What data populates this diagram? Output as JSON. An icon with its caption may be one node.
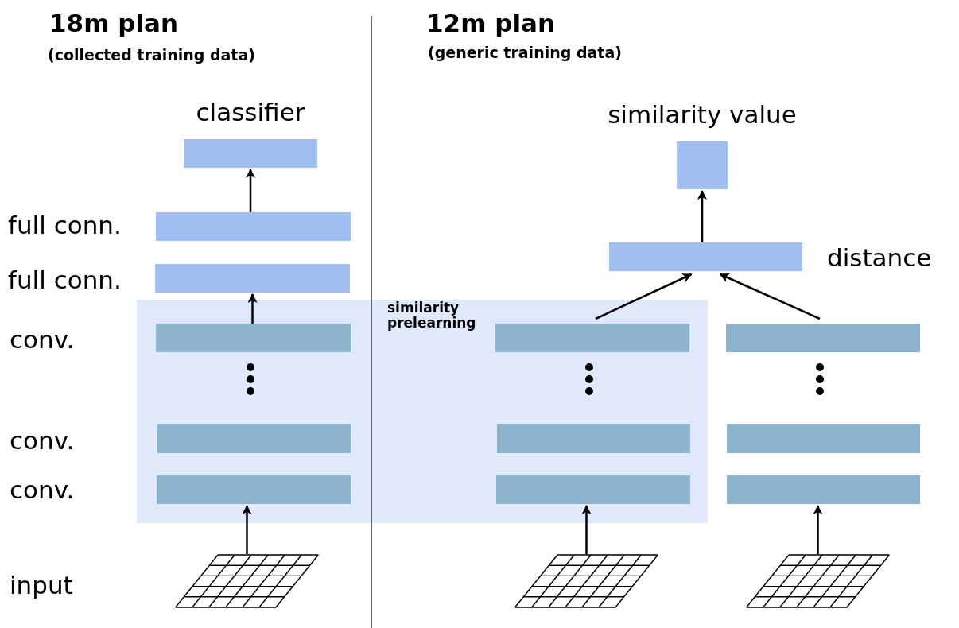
{
  "diagram": {
    "nodes": [
      {
        "text": [
          "similarity prelearning"
        ]
      },
      {
        "text": [
          "classifier"
        ]
      },
      {
        "text": [],
        "shape": "bar",
        "beside": [
          "full conn."
        ]
      },
      {
        "text": [],
        "shape": "bar",
        "beside": [
          "full conn."
        ]
      },
      {
        "text": [],
        "shape": "bar",
        "in": 0,
        "beside": [
          "conv."
        ]
      },
      {
        "text": [],
        "shape": "bar",
        "in": 0,
        "beside": [
          "conv."
        ]
      },
      {
        "text": [],
        "shape": "bar",
        "in": 0,
        "beside": [
          "conv."
        ]
      },
      {
        "text": [],
        "shape": "picture"
      },
      {
        "text": [
          "similarity value"
        ]
      },
      {
        "text": [],
        "shape": "bar",
        "beside": [
          "distance"
        ]
      },
      {
        "text": [],
        "shape": "bar",
        "in": 0
      },
      {
        "text": [],
        "shape": "bar",
        "in": 0
      },
      {
        "text": [],
        "shape": "bar",
        "in": 0
      },
      {
        "text": [],
        "shape": "picture"
      },
      {
        "text": [],
        "shape": "bar"
      },
      {
        "text": [],
        "shape": "bar"
      },
      {
        "text": [],
        "shape": "bar"
      },
      {
        "text": [],
        "shape": "picture"
      }
    ],
    "edges": [
      {
        "from": 7,
        "to": 6,
        "arrow": "to"
      },
      {
        "from": 4,
        "to": 3,
        "arrow": "to"
      },
      {
        "from": 2,
        "to": 1,
        "arrow": "to"
      },
      {
        "from": 13,
        "to": 12,
        "arrow": "to"
      },
      {
        "from": 10,
        "to": 9,
        "arrow": "to"
      },
      {
        "from": 14,
        "to": 9,
        "arrow": "to"
      },
      {
        "from": 9,
        "to": 8,
        "arrow": "to"
      },
      {
        "from": 17,
        "to": 16,
        "arrow": "to"
      }
    ],
    "labels": [
      "18m plan",
      "(collected training data)",
      "12m plan",
      "(generic training data)",
      "input"
    ]
  }
}
